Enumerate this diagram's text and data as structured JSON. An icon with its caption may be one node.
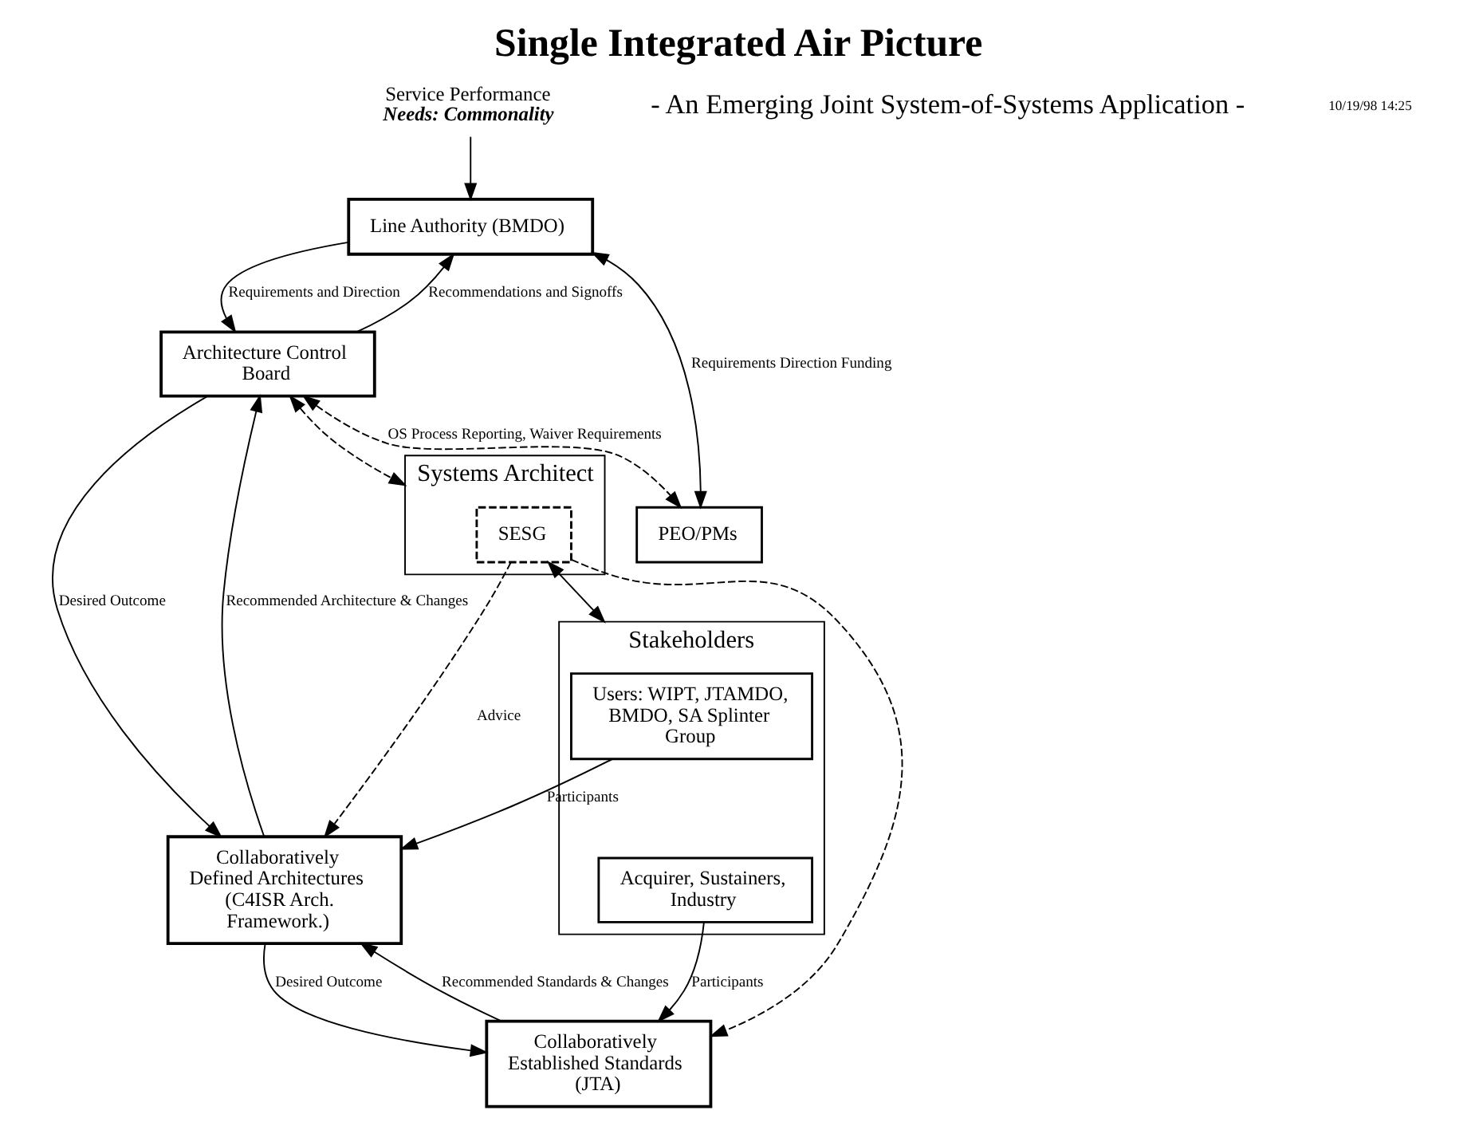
{
  "diagram": {
    "title": "Single Integrated Air Picture",
    "nodes": [
      {
        "text": [
          "Service Performance",
          "Needs: Commonality"
        ]
      },
      {
        "text": [
          "Line Authority (BMDO)"
        ]
      },
      {
        "text": [
          "Architecture Control Board"
        ]
      },
      {
        "text": [
          "Systems Architect"
        ]
      },
      {
        "text": [
          "SESG"
        ],
        "in": 3
      },
      {
        "text": [
          "Collaboratively Defined Architectures (C4ISR Arch. Framework.)"
        ]
      },
      {
        "text": [
          "Stakeholders"
        ]
      },
      {
        "text": [
          "Users: WIPT, JTAMDO, BMDO, SA Splinter Group"
        ],
        "in": 6
      },
      {
        "text": [
          "PEO/PMs"
        ]
      },
      {
        "text": [
          "Collaboratively Established Standards (JTA)"
        ]
      },
      {
        "text": [
          "Acquirer, Sustainers, Industry"
        ],
        "in": 6
      }
    ],
    "edges": [
      {
        "from": 0,
        "to": 1,
        "arrow": "to"
      },
      {
        "from": 1,
        "to": 2,
        "arrow": "to",
        "label": "Requirements and Direction"
      },
      {
        "from": 2,
        "to": 1,
        "arrow": "to",
        "label": "Recommendations and Signoffs"
      },
      {
        "from": 1,
        "to": 8,
        "arrow": "both",
        "label": "Requirements Direction Funding"
      },
      {
        "from": 2,
        "to": 8,
        "arrow": "both",
        "style": "dashed",
        "label": "OS Process Reporting, Waiver Requirements"
      },
      {
        "from": 2,
        "to": 3,
        "arrow": "both",
        "style": "dashed"
      },
      {
        "from": 2,
        "to": 5,
        "arrow": "to",
        "label": "Desired Outcome"
      },
      {
        "from": 5,
        "to": 2,
        "arrow": "to",
        "label": "Recommended Architecture & Changes"
      },
      {
        "from": 4,
        "to": 5,
        "arrow": "to",
        "style": "dashed",
        "label": "Advice"
      },
      {
        "from": 4,
        "to": 9,
        "arrow": "to",
        "style": "dashed"
      },
      {
        "from": 4,
        "to": 6,
        "arrow": "both"
      },
      {
        "from": 7,
        "to": 5,
        "arrow": "to",
        "label": "Participants"
      },
      {
        "from": 5,
        "to": 9,
        "arrow": "to",
        "label": "Desired Outcome"
      },
      {
        "from": 9,
        "to": 5,
        "arrow": "to",
        "label": "Recommended Standards & Changes"
      },
      {
        "from": 10,
        "to": 9,
        "arrow": "to",
        "label": "Participants"
      }
    ],
    "labels": [
      "- An Emerging Joint System-of-Systems Application -",
      "10/19/98 14:25"
    ]
  }
}
